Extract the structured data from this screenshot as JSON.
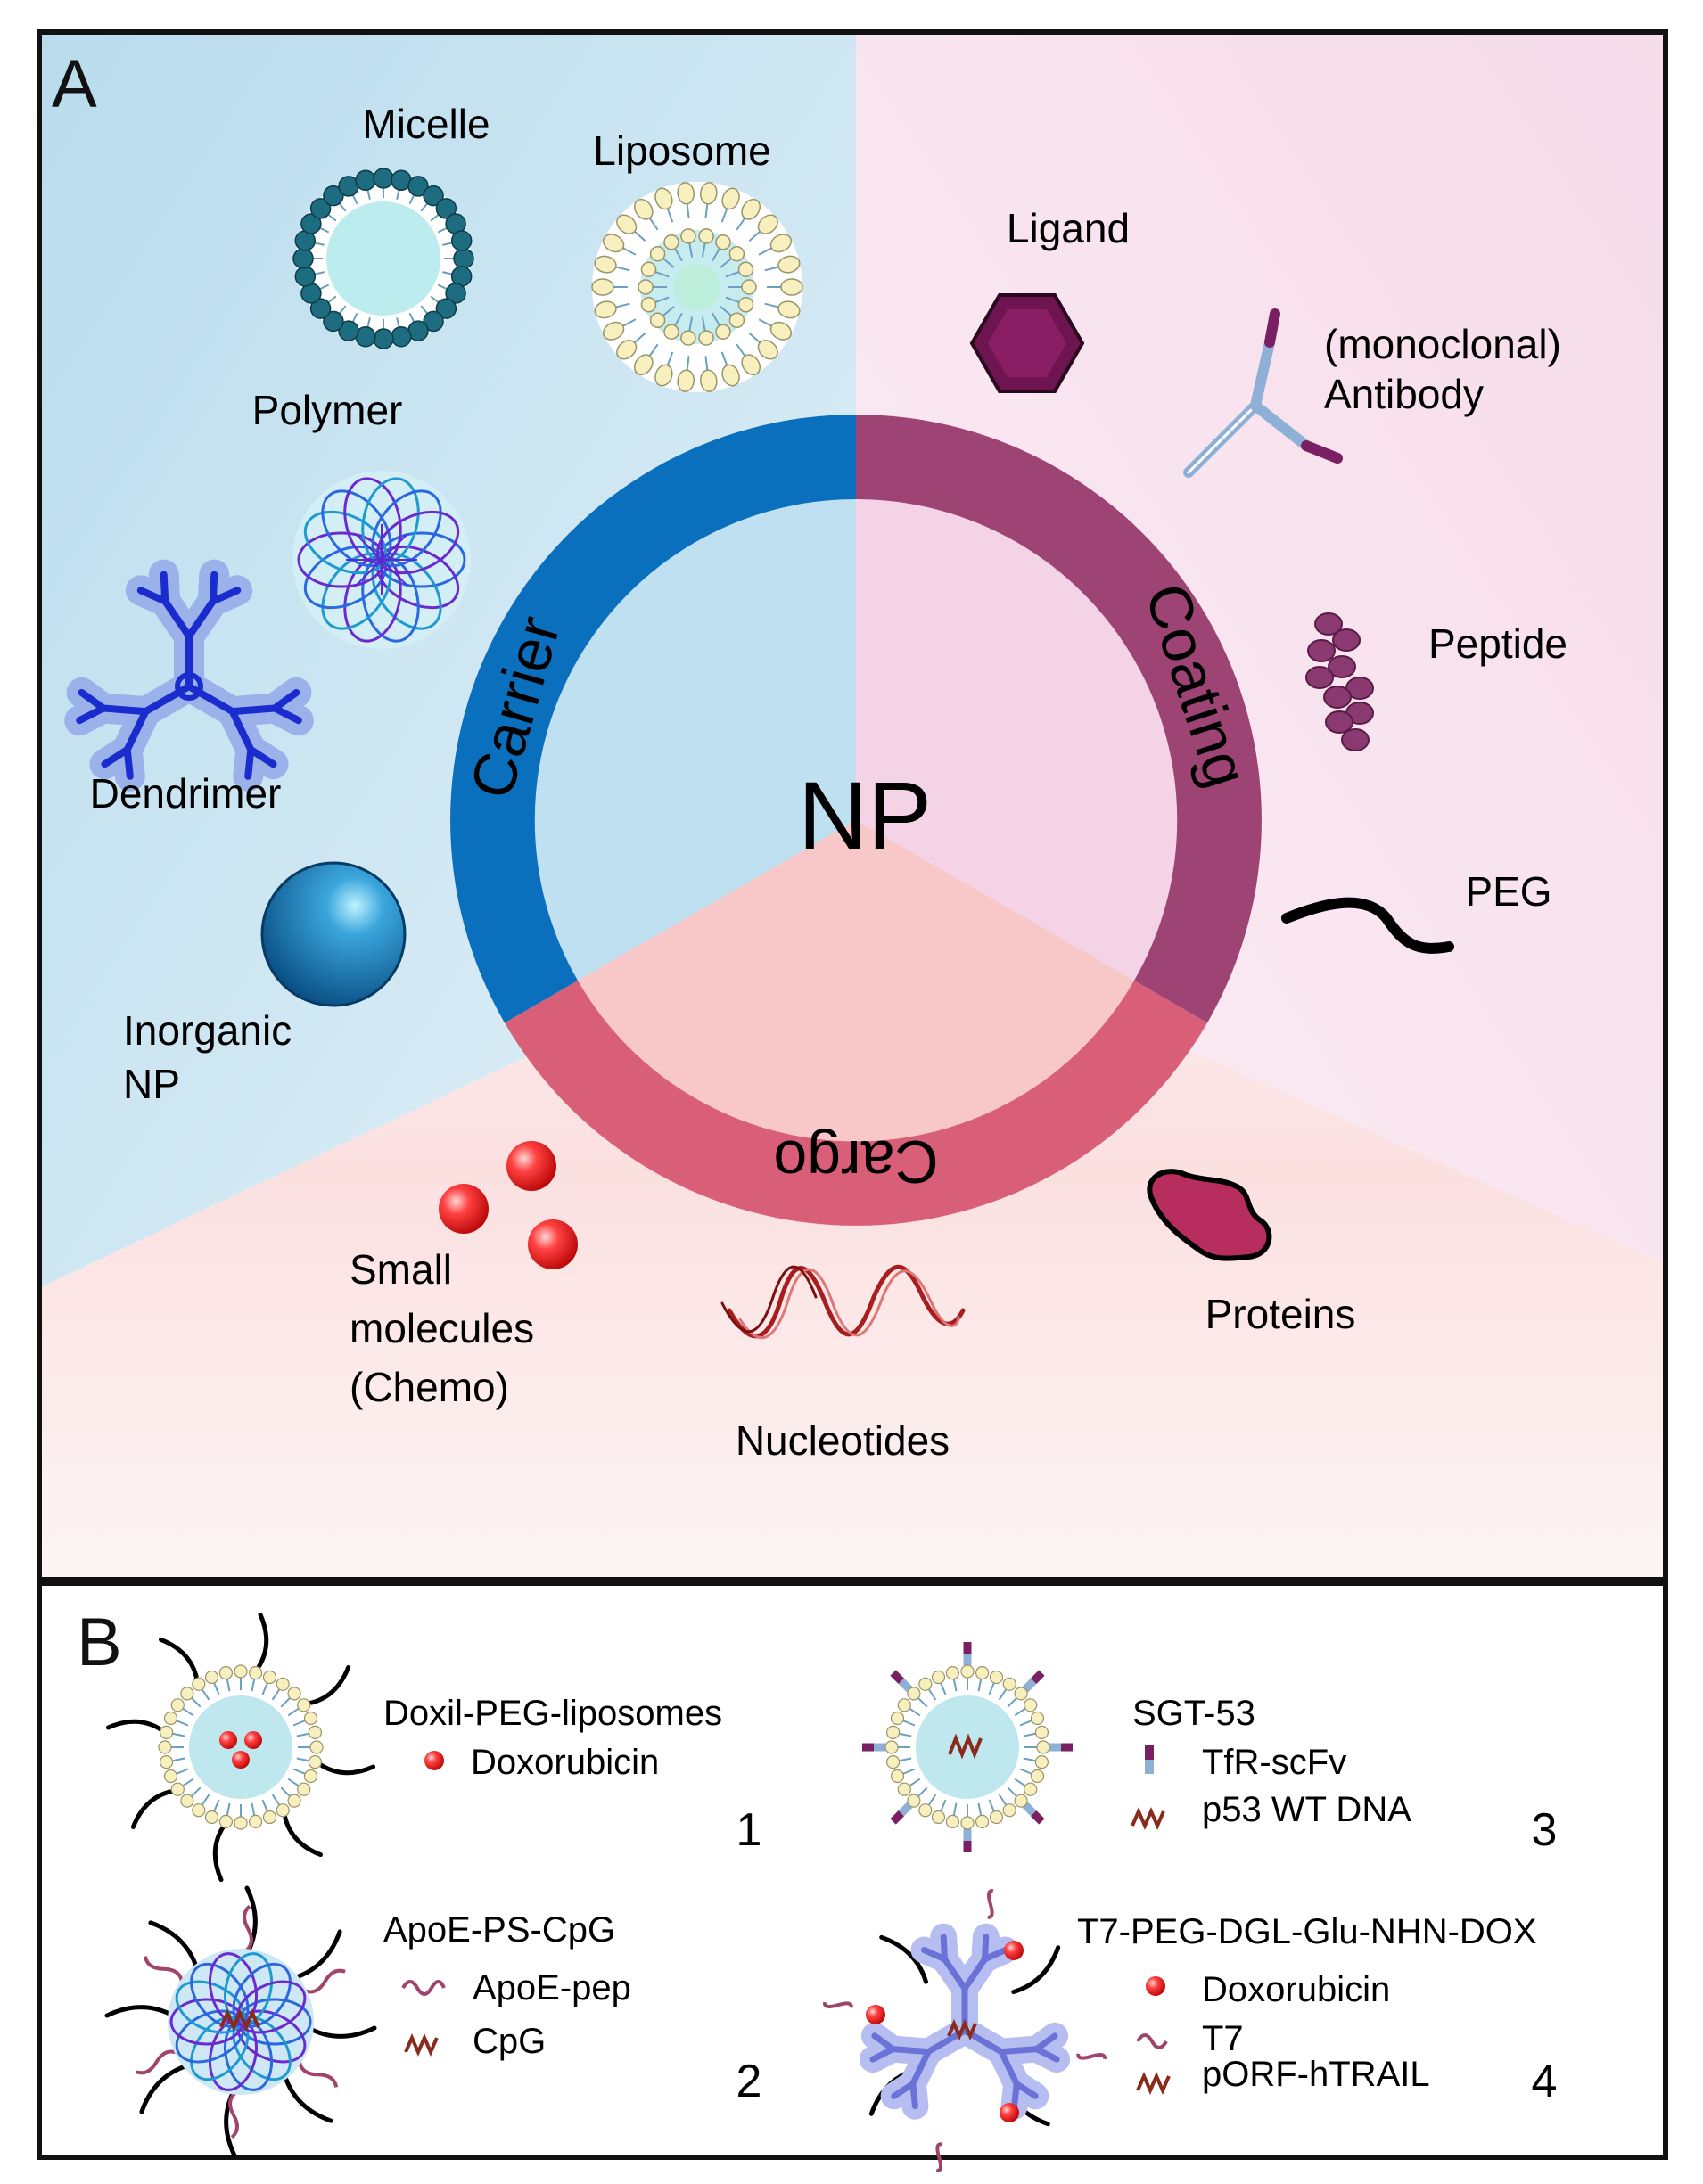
{
  "panel_a": {
    "letter": "A",
    "center_label": "NP",
    "ring": {
      "carrier": "Carrier",
      "coating": "Coating",
      "cargo": "Cargo"
    },
    "carriers": {
      "micelle": "Micelle",
      "liposome": "Liposome",
      "polymer": "Polymer",
      "dendrimer": "Dendrimer",
      "inorganic_line1": "Inorganic",
      "inorganic_line2": "NP"
    },
    "coatings": {
      "ligand": "Ligand",
      "antibody_line1": "(monoclonal)",
      "antibody_line2": "Antibody",
      "peptide": "Peptide",
      "peg": "PEG"
    },
    "cargos": {
      "small_line1": "Small",
      "small_line2": "molecules",
      "small_line3": "(Chemo)",
      "nucleotides": "Nucleotides",
      "proteins": "Proteins"
    }
  },
  "panel_b": {
    "letter": "B",
    "items": [
      {
        "number": "1",
        "title": "Doxil-PEG-liposomes",
        "legend": [
          "Doxorubicin"
        ]
      },
      {
        "number": "2",
        "title": "ApoE-PS-CpG",
        "legend": [
          "ApoE-pep",
          "CpG"
        ]
      },
      {
        "number": "3",
        "title": "SGT-53",
        "legend": [
          "TfR-scFv",
          "p53 WT DNA"
        ]
      },
      {
        "number": "4",
        "title": "T7-PEG-DGL-Glu-NHN-DOX",
        "legend": [
          "Doxorubicin",
          "T7",
          "pORF-hTRAIL"
        ]
      }
    ]
  },
  "colors": {
    "carrier": "#0a70bd",
    "coating": "#9e4474",
    "cargo": "#d95f78",
    "inner_blue": "#bfe0f0",
    "inner_pink": "#f4d3e6",
    "inner_red": "#f8c8c8"
  }
}
